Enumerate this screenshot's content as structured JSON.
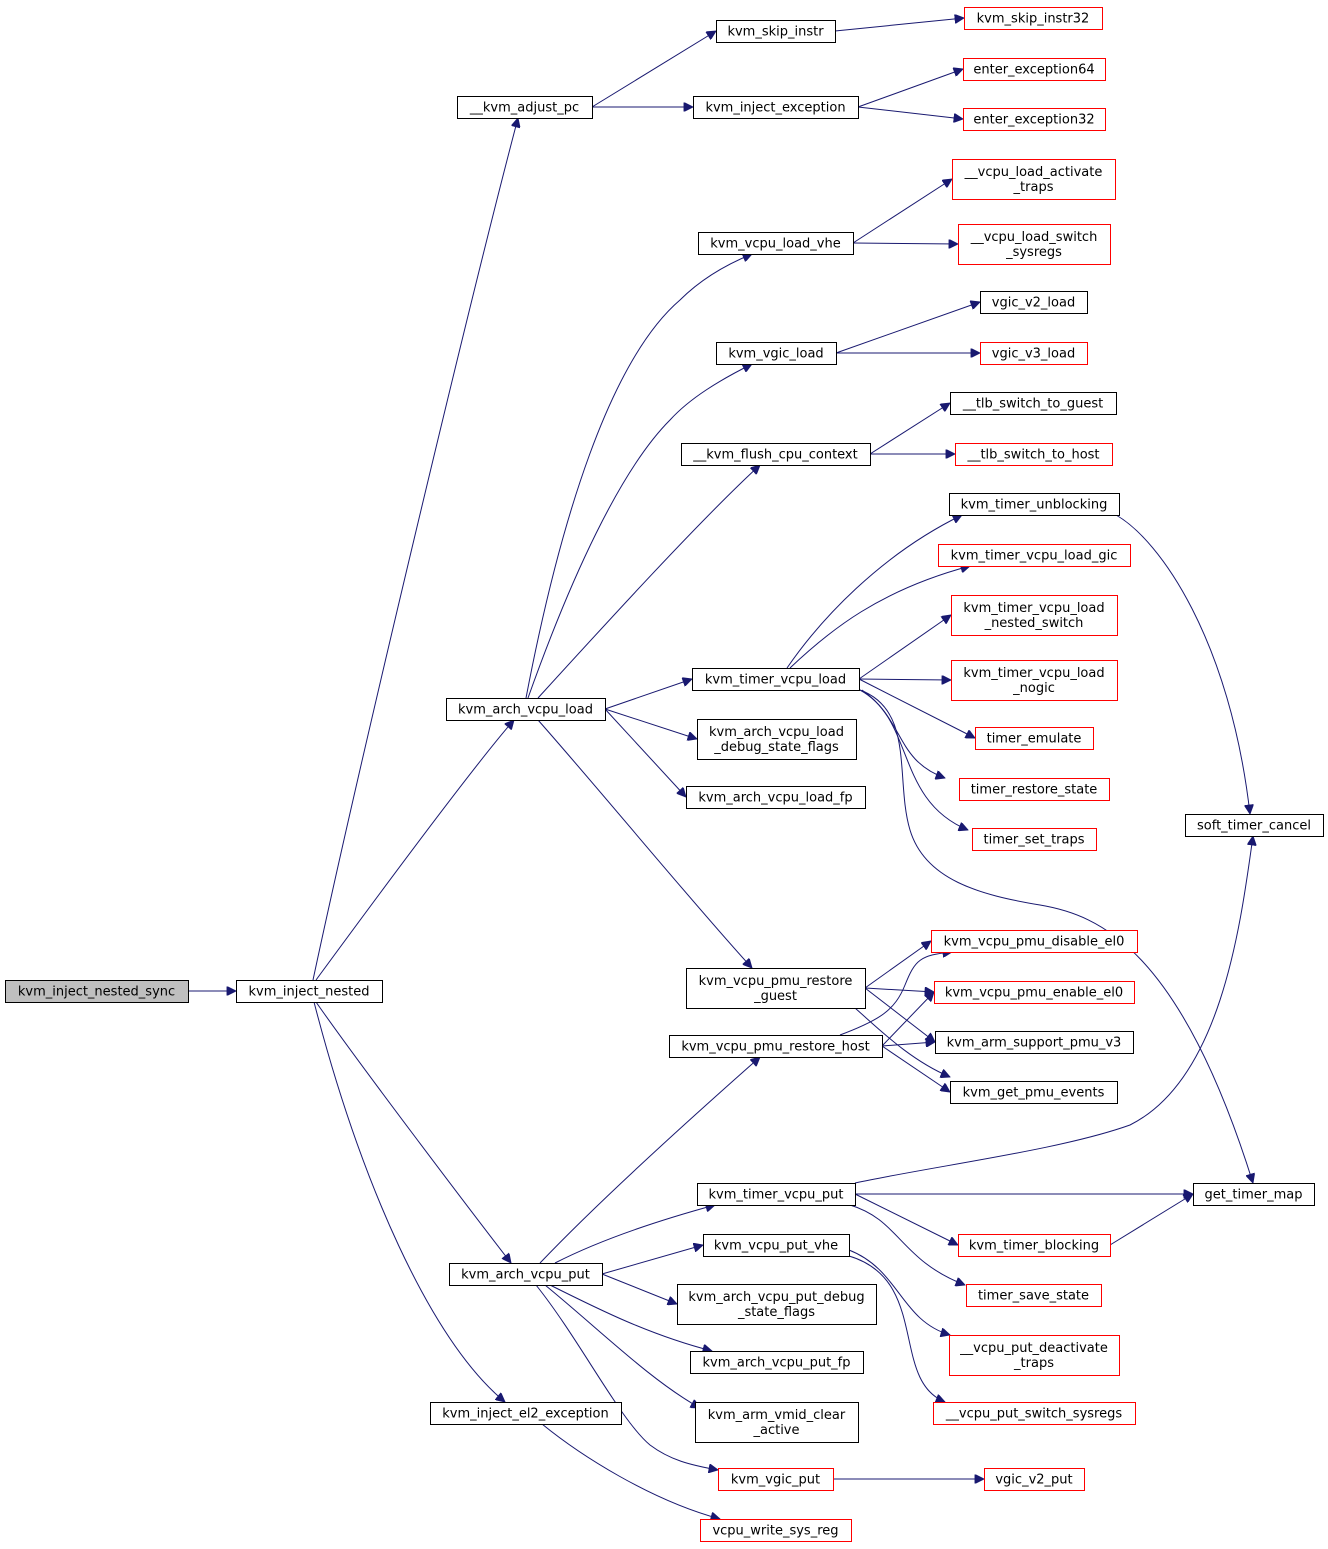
{
  "colors": {
    "root_fill": "#bfbfbf",
    "node_fill": "#ffffff",
    "normal_border": "#000000",
    "truncated_border": "#ff0000",
    "edge": "#191970"
  },
  "nodes": [
    {
      "id": "kvm_inject_nested_sync",
      "lines": [
        "kvm_inject_nested_sync"
      ],
      "style": "root"
    },
    {
      "id": "kvm_inject_nested",
      "lines": [
        "kvm_inject_nested"
      ],
      "style": "normal"
    },
    {
      "id": "__kvm_adjust_pc",
      "lines": [
        "__kvm_adjust_pc"
      ],
      "style": "normal"
    },
    {
      "id": "kvm_arch_vcpu_load",
      "lines": [
        "kvm_arch_vcpu_load"
      ],
      "style": "normal"
    },
    {
      "id": "kvm_arch_vcpu_put",
      "lines": [
        "kvm_arch_vcpu_put"
      ],
      "style": "normal"
    },
    {
      "id": "kvm_inject_el2_exception",
      "lines": [
        "kvm_inject_el2_exception"
      ],
      "style": "normal"
    },
    {
      "id": "kvm_skip_instr",
      "lines": [
        "kvm_skip_instr"
      ],
      "style": "normal"
    },
    {
      "id": "kvm_inject_exception",
      "lines": [
        "kvm_inject_exception"
      ],
      "style": "normal"
    },
    {
      "id": "kvm_skip_instr32",
      "lines": [
        "kvm_skip_instr32"
      ],
      "style": "truncated"
    },
    {
      "id": "enter_exception64",
      "lines": [
        "enter_exception64"
      ],
      "style": "truncated"
    },
    {
      "id": "enter_exception32",
      "lines": [
        "enter_exception32"
      ],
      "style": "truncated"
    },
    {
      "id": "kvm_vcpu_load_vhe",
      "lines": [
        "kvm_vcpu_load_vhe"
      ],
      "style": "normal"
    },
    {
      "id": "__vcpu_load_activate_traps",
      "lines": [
        "__vcpu_load_activate",
        "_traps"
      ],
      "style": "truncated"
    },
    {
      "id": "__vcpu_load_switch_sysregs",
      "lines": [
        "__vcpu_load_switch",
        "_sysregs"
      ],
      "style": "truncated"
    },
    {
      "id": "kvm_vgic_load",
      "lines": [
        "kvm_vgic_load"
      ],
      "style": "normal"
    },
    {
      "id": "vgic_v2_load",
      "lines": [
        "vgic_v2_load"
      ],
      "style": "normal"
    },
    {
      "id": "vgic_v3_load",
      "lines": [
        "vgic_v3_load"
      ],
      "style": "truncated"
    },
    {
      "id": "__kvm_flush_cpu_context",
      "lines": [
        "__kvm_flush_cpu_context"
      ],
      "style": "normal"
    },
    {
      "id": "__tlb_switch_to_guest",
      "lines": [
        "__tlb_switch_to_guest"
      ],
      "style": "normal"
    },
    {
      "id": "__tlb_switch_to_host",
      "lines": [
        "__tlb_switch_to_host"
      ],
      "style": "truncated"
    },
    {
      "id": "kvm_timer_vcpu_load",
      "lines": [
        "kvm_timer_vcpu_load"
      ],
      "style": "normal"
    },
    {
      "id": "kvm_timer_unblocking",
      "lines": [
        "kvm_timer_unblocking"
      ],
      "style": "normal"
    },
    {
      "id": "kvm_timer_vcpu_load_gic",
      "lines": [
        "kvm_timer_vcpu_load_gic"
      ],
      "style": "truncated"
    },
    {
      "id": "kvm_timer_vcpu_load_nested_switch",
      "lines": [
        "kvm_timer_vcpu_load",
        "_nested_switch"
      ],
      "style": "truncated"
    },
    {
      "id": "kvm_timer_vcpu_load_nogic",
      "lines": [
        "kvm_timer_vcpu_load",
        "_nogic"
      ],
      "style": "truncated"
    },
    {
      "id": "timer_emulate",
      "lines": [
        "timer_emulate"
      ],
      "style": "truncated"
    },
    {
      "id": "timer_restore_state",
      "lines": [
        "timer_restore_state"
      ],
      "style": "truncated"
    },
    {
      "id": "timer_set_traps",
      "lines": [
        "timer_set_traps"
      ],
      "style": "truncated"
    },
    {
      "id": "kvm_arch_vcpu_load_debug_state_flags",
      "lines": [
        "kvm_arch_vcpu_load",
        "_debug_state_flags"
      ],
      "style": "normal"
    },
    {
      "id": "kvm_arch_vcpu_load_fp",
      "lines": [
        "kvm_arch_vcpu_load_fp"
      ],
      "style": "normal"
    },
    {
      "id": "soft_timer_cancel",
      "lines": [
        "soft_timer_cancel"
      ],
      "style": "normal"
    },
    {
      "id": "kvm_vcpu_pmu_restore_guest",
      "lines": [
        "kvm_vcpu_pmu_restore",
        "_guest"
      ],
      "style": "normal"
    },
    {
      "id": "kvm_vcpu_pmu_restore_host",
      "lines": [
        "kvm_vcpu_pmu_restore_host"
      ],
      "style": "normal"
    },
    {
      "id": "kvm_vcpu_pmu_disable_el0",
      "lines": [
        "kvm_vcpu_pmu_disable_el0"
      ],
      "style": "truncated"
    },
    {
      "id": "kvm_vcpu_pmu_enable_el0",
      "lines": [
        "kvm_vcpu_pmu_enable_el0"
      ],
      "style": "truncated"
    },
    {
      "id": "kvm_arm_support_pmu_v3",
      "lines": [
        "kvm_arm_support_pmu_v3"
      ],
      "style": "normal"
    },
    {
      "id": "kvm_get_pmu_events",
      "lines": [
        "kvm_get_pmu_events"
      ],
      "style": "normal"
    },
    {
      "id": "kvm_timer_vcpu_put",
      "lines": [
        "kvm_timer_vcpu_put"
      ],
      "style": "normal"
    },
    {
      "id": "get_timer_map",
      "lines": [
        "get_timer_map"
      ],
      "style": "normal"
    },
    {
      "id": "kvm_timer_blocking",
      "lines": [
        "kvm_timer_blocking"
      ],
      "style": "truncated"
    },
    {
      "id": "timer_save_state",
      "lines": [
        "timer_save_state"
      ],
      "style": "truncated"
    },
    {
      "id": "kvm_vcpu_put_vhe",
      "lines": [
        "kvm_vcpu_put_vhe"
      ],
      "style": "normal"
    },
    {
      "id": "__vcpu_put_deactivate_traps",
      "lines": [
        "__vcpu_put_deactivate",
        "_traps"
      ],
      "style": "truncated"
    },
    {
      "id": "__vcpu_put_switch_sysregs",
      "lines": [
        "__vcpu_put_switch_sysregs"
      ],
      "style": "truncated"
    },
    {
      "id": "kvm_arch_vcpu_put_debug_state_flags",
      "lines": [
        "kvm_arch_vcpu_put_debug",
        "_state_flags"
      ],
      "style": "normal"
    },
    {
      "id": "kvm_arch_vcpu_put_fp",
      "lines": [
        "kvm_arch_vcpu_put_fp"
      ],
      "style": "normal"
    },
    {
      "id": "kvm_arm_vmid_clear_active",
      "lines": [
        "kvm_arm_vmid_clear",
        "_active"
      ],
      "style": "normal"
    },
    {
      "id": "kvm_vgic_put",
      "lines": [
        "kvm_vgic_put"
      ],
      "style": "truncated"
    },
    {
      "id": "vgic_v2_put",
      "lines": [
        "vgic_v2_put"
      ],
      "style": "truncated"
    },
    {
      "id": "vcpu_write_sys_reg",
      "lines": [
        "vcpu_write_sys_reg"
      ],
      "style": "truncated"
    }
  ],
  "edges": [
    {
      "from": "kvm_inject_nested_sync",
      "to": "kvm_inject_nested"
    },
    {
      "from": "kvm_inject_nested",
      "to": "__kvm_adjust_pc"
    },
    {
      "from": "kvm_inject_nested",
      "to": "kvm_arch_vcpu_load"
    },
    {
      "from": "kvm_inject_nested",
      "to": "kvm_arch_vcpu_put"
    },
    {
      "from": "kvm_inject_nested",
      "to": "kvm_inject_el2_exception"
    },
    {
      "from": "__kvm_adjust_pc",
      "to": "kvm_skip_instr"
    },
    {
      "from": "__kvm_adjust_pc",
      "to": "kvm_inject_exception"
    },
    {
      "from": "kvm_skip_instr",
      "to": "kvm_skip_instr32"
    },
    {
      "from": "kvm_inject_exception",
      "to": "enter_exception64"
    },
    {
      "from": "kvm_inject_exception",
      "to": "enter_exception32"
    },
    {
      "from": "kvm_arch_vcpu_load",
      "to": "kvm_vcpu_load_vhe"
    },
    {
      "from": "kvm_arch_vcpu_load",
      "to": "kvm_vgic_load"
    },
    {
      "from": "kvm_arch_vcpu_load",
      "to": "__kvm_flush_cpu_context"
    },
    {
      "from": "kvm_arch_vcpu_load",
      "to": "kvm_timer_vcpu_load"
    },
    {
      "from": "kvm_arch_vcpu_load",
      "to": "kvm_arch_vcpu_load_debug_state_flags"
    },
    {
      "from": "kvm_arch_vcpu_load",
      "to": "kvm_arch_vcpu_load_fp"
    },
    {
      "from": "kvm_arch_vcpu_load",
      "to": "kvm_vcpu_pmu_restore_guest"
    },
    {
      "from": "kvm_vcpu_load_vhe",
      "to": "__vcpu_load_activate_traps"
    },
    {
      "from": "kvm_vcpu_load_vhe",
      "to": "__vcpu_load_switch_sysregs"
    },
    {
      "from": "kvm_vgic_load",
      "to": "vgic_v2_load"
    },
    {
      "from": "kvm_vgic_load",
      "to": "vgic_v3_load"
    },
    {
      "from": "__kvm_flush_cpu_context",
      "to": "__tlb_switch_to_guest"
    },
    {
      "from": "__kvm_flush_cpu_context",
      "to": "__tlb_switch_to_host"
    },
    {
      "from": "kvm_timer_vcpu_load",
      "to": "kvm_timer_unblocking"
    },
    {
      "from": "kvm_timer_vcpu_load",
      "to": "kvm_timer_vcpu_load_gic"
    },
    {
      "from": "kvm_timer_vcpu_load",
      "to": "kvm_timer_vcpu_load_nested_switch"
    },
    {
      "from": "kvm_timer_vcpu_load",
      "to": "kvm_timer_vcpu_load_nogic"
    },
    {
      "from": "kvm_timer_vcpu_load",
      "to": "timer_emulate"
    },
    {
      "from": "kvm_timer_vcpu_load",
      "to": "timer_restore_state"
    },
    {
      "from": "kvm_timer_vcpu_load",
      "to": "timer_set_traps"
    },
    {
      "from": "kvm_timer_vcpu_load",
      "to": "get_timer_map"
    },
    {
      "from": "kvm_timer_unblocking",
      "to": "soft_timer_cancel"
    },
    {
      "from": "kvm_vcpu_pmu_restore_guest",
      "to": "kvm_vcpu_pmu_disable_el0"
    },
    {
      "from": "kvm_vcpu_pmu_restore_guest",
      "to": "kvm_vcpu_pmu_enable_el0"
    },
    {
      "from": "kvm_vcpu_pmu_restore_guest",
      "to": "kvm_arm_support_pmu_v3"
    },
    {
      "from": "kvm_vcpu_pmu_restore_guest",
      "to": "kvm_get_pmu_events"
    },
    {
      "from": "kvm_vcpu_pmu_restore_host",
      "to": "kvm_vcpu_pmu_disable_el0"
    },
    {
      "from": "kvm_vcpu_pmu_restore_host",
      "to": "kvm_vcpu_pmu_enable_el0"
    },
    {
      "from": "kvm_vcpu_pmu_restore_host",
      "to": "kvm_arm_support_pmu_v3"
    },
    {
      "from": "kvm_vcpu_pmu_restore_host",
      "to": "kvm_get_pmu_events"
    },
    {
      "from": "kvm_arch_vcpu_put",
      "to": "kvm_vcpu_pmu_restore_host"
    },
    {
      "from": "kvm_arch_vcpu_put",
      "to": "kvm_timer_vcpu_put"
    },
    {
      "from": "kvm_arch_vcpu_put",
      "to": "kvm_vcpu_put_vhe"
    },
    {
      "from": "kvm_arch_vcpu_put",
      "to": "kvm_arch_vcpu_put_debug_state_flags"
    },
    {
      "from": "kvm_arch_vcpu_put",
      "to": "kvm_arch_vcpu_put_fp"
    },
    {
      "from": "kvm_arch_vcpu_put",
      "to": "kvm_arm_vmid_clear_active"
    },
    {
      "from": "kvm_arch_vcpu_put",
      "to": "kvm_vgic_put"
    },
    {
      "from": "kvm_timer_vcpu_put",
      "to": "soft_timer_cancel"
    },
    {
      "from": "kvm_timer_vcpu_put",
      "to": "get_timer_map"
    },
    {
      "from": "kvm_timer_vcpu_put",
      "to": "kvm_timer_blocking"
    },
    {
      "from": "kvm_timer_vcpu_put",
      "to": "timer_save_state"
    },
    {
      "from": "kvm_timer_blocking",
      "to": "get_timer_map"
    },
    {
      "from": "kvm_vcpu_put_vhe",
      "to": "__vcpu_put_deactivate_traps"
    },
    {
      "from": "kvm_vcpu_put_vhe",
      "to": "__vcpu_put_switch_sysregs"
    },
    {
      "from": "kvm_vgic_put",
      "to": "vgic_v2_put"
    },
    {
      "from": "kvm_inject_el2_exception",
      "to": "vcpu_write_sys_reg"
    }
  ]
}
